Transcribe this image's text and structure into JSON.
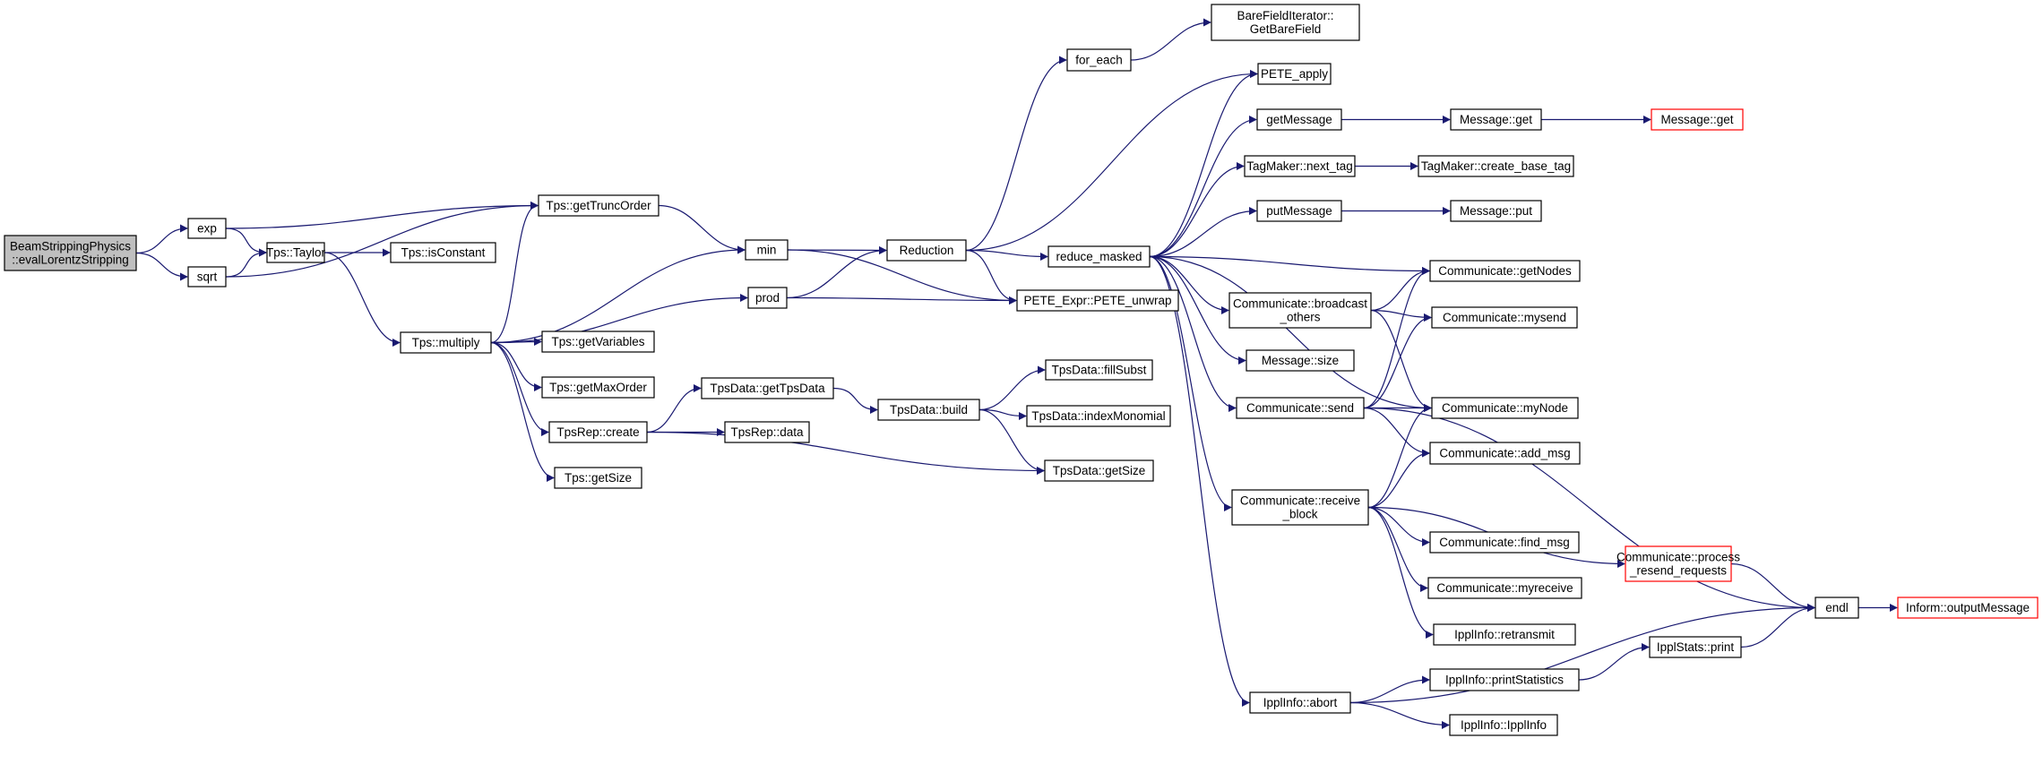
{
  "colors": {
    "edge": "#191970",
    "box": "#000000",
    "root_fill": "#bfbfbf",
    "truncated": "#ff0000"
  },
  "nodes": [
    {
      "id": "root",
      "lines": [
        "BeamStrippingPhysics",
        "::evalLorentzStripping"
      ],
      "style": "root"
    },
    {
      "id": "exp",
      "lines": [
        "exp"
      ]
    },
    {
      "id": "sqrt",
      "lines": [
        "sqrt"
      ]
    },
    {
      "id": "taylor",
      "lines": [
        "Tps::Taylor"
      ]
    },
    {
      "id": "gettrunc",
      "lines": [
        "Tps::getTruncOrder"
      ]
    },
    {
      "id": "isconst",
      "lines": [
        "Tps::isConstant"
      ]
    },
    {
      "id": "multiply",
      "lines": [
        "Tps::multiply"
      ]
    },
    {
      "id": "getvars",
      "lines": [
        "Tps::getVariables"
      ]
    },
    {
      "id": "getmaxord",
      "lines": [
        "Tps::getMaxOrder"
      ]
    },
    {
      "id": "tpsrepcreate",
      "lines": [
        "TpsRep::create"
      ]
    },
    {
      "id": "getsize",
      "lines": [
        "Tps::getSize"
      ]
    },
    {
      "id": "min",
      "lines": [
        "min"
      ]
    },
    {
      "id": "prod",
      "lines": [
        "prod"
      ]
    },
    {
      "id": "gettpsdata",
      "lines": [
        "TpsData::getTpsData"
      ]
    },
    {
      "id": "tpsrepdata",
      "lines": [
        "TpsRep::data"
      ]
    },
    {
      "id": "tpsbuild",
      "lines": [
        "TpsData::build"
      ]
    },
    {
      "id": "fillsubst",
      "lines": [
        "TpsData::fillSubst"
      ]
    },
    {
      "id": "indexmono",
      "lines": [
        "TpsData::indexMonomial"
      ]
    },
    {
      "id": "tdgetsize",
      "lines": [
        "TpsData::getSize"
      ]
    },
    {
      "id": "reduction",
      "lines": [
        "Reduction"
      ]
    },
    {
      "id": "foreach",
      "lines": [
        "for_each"
      ]
    },
    {
      "id": "barefield",
      "lines": [
        "BareFieldIterator::",
        "GetBareField"
      ]
    },
    {
      "id": "peteapply",
      "lines": [
        "PETE_apply"
      ]
    },
    {
      "id": "reducemasked",
      "lines": [
        "reduce_masked"
      ]
    },
    {
      "id": "peteunwrap",
      "lines": [
        "PETE_Expr::PETE_unwrap"
      ]
    },
    {
      "id": "getmessage",
      "lines": [
        "getMessage"
      ]
    },
    {
      "id": "msgget1",
      "lines": [
        "Message::get"
      ]
    },
    {
      "id": "msgget2",
      "lines": [
        "Message::get"
      ],
      "style": "truncated"
    },
    {
      "id": "nexttag",
      "lines": [
        "TagMaker::next_tag"
      ]
    },
    {
      "id": "createbasetag",
      "lines": [
        "TagMaker::create_base_tag"
      ]
    },
    {
      "id": "putmessage",
      "lines": [
        "putMessage"
      ]
    },
    {
      "id": "msgput",
      "lines": [
        "Message::put"
      ]
    },
    {
      "id": "broadcast",
      "lines": [
        "Communicate::broadcast",
        "_others"
      ]
    },
    {
      "id": "getnodes",
      "lines": [
        "Communicate::getNodes"
      ]
    },
    {
      "id": "mysend",
      "lines": [
        "Communicate::mysend"
      ]
    },
    {
      "id": "msgsize",
      "lines": [
        "Message::size"
      ]
    },
    {
      "id": "send",
      "lines": [
        "Communicate::send"
      ]
    },
    {
      "id": "mynode",
      "lines": [
        "Communicate::myNode"
      ]
    },
    {
      "id": "addmsg",
      "lines": [
        "Communicate::add_msg"
      ]
    },
    {
      "id": "receiveblock",
      "lines": [
        "Communicate::receive",
        "_block"
      ]
    },
    {
      "id": "findmsg",
      "lines": [
        "Communicate::find_msg"
      ]
    },
    {
      "id": "myreceive",
      "lines": [
        "Communicate::myreceive"
      ]
    },
    {
      "id": "processresend",
      "lines": [
        "Communicate::process",
        "_resend_requests"
      ],
      "style": "truncated"
    },
    {
      "id": "endl",
      "lines": [
        "endl"
      ]
    },
    {
      "id": "outputmsg",
      "lines": [
        "Inform::outputMessage"
      ],
      "style": "truncated"
    },
    {
      "id": "retransmit",
      "lines": [
        "IpplInfo::retransmit"
      ]
    },
    {
      "id": "printstats",
      "lines": [
        "IpplInfo::printStatistics"
      ]
    },
    {
      "id": "ipplstatsprint",
      "lines": [
        "IpplStats::print"
      ]
    },
    {
      "id": "abort",
      "lines": [
        "IpplInfo::abort"
      ]
    },
    {
      "id": "ipplinfo",
      "lines": [
        "IpplInfo::IpplInfo"
      ]
    }
  ],
  "edges": [
    [
      "root",
      "exp"
    ],
    [
      "root",
      "sqrt"
    ],
    [
      "exp",
      "gettrunc"
    ],
    [
      "exp",
      "taylor"
    ],
    [
      "sqrt",
      "taylor"
    ],
    [
      "sqrt",
      "gettrunc"
    ],
    [
      "taylor",
      "isconst"
    ],
    [
      "taylor",
      "multiply"
    ],
    [
      "gettrunc",
      "min"
    ],
    [
      "multiply",
      "gettrunc"
    ],
    [
      "multiply",
      "min"
    ],
    [
      "multiply",
      "prod"
    ],
    [
      "multiply",
      "getvars"
    ],
    [
      "multiply",
      "getmaxord"
    ],
    [
      "multiply",
      "tpsrepcreate"
    ],
    [
      "multiply",
      "getsize"
    ],
    [
      "min",
      "reduction"
    ],
    [
      "min",
      "peteunwrap"
    ],
    [
      "prod",
      "reduction"
    ],
    [
      "prod",
      "peteunwrap"
    ],
    [
      "tpsrepcreate",
      "gettpsdata"
    ],
    [
      "tpsrepcreate",
      "tpsrepdata"
    ],
    [
      "tpsrepcreate",
      "tdgetsize"
    ],
    [
      "gettpsdata",
      "tpsbuild"
    ],
    [
      "tpsbuild",
      "fillsubst"
    ],
    [
      "tpsbuild",
      "indexmono"
    ],
    [
      "tpsbuild",
      "tdgetsize"
    ],
    [
      "reduction",
      "foreach"
    ],
    [
      "reduction",
      "peteapply"
    ],
    [
      "reduction",
      "reducemasked"
    ],
    [
      "reduction",
      "peteunwrap"
    ],
    [
      "foreach",
      "barefield"
    ],
    [
      "reducemasked",
      "peteapply"
    ],
    [
      "reducemasked",
      "getmessage"
    ],
    [
      "reducemasked",
      "nexttag"
    ],
    [
      "reducemasked",
      "putmessage"
    ],
    [
      "reducemasked",
      "getnodes"
    ],
    [
      "reducemasked",
      "broadcast"
    ],
    [
      "reducemasked",
      "msgsize"
    ],
    [
      "reducemasked",
      "send"
    ],
    [
      "reducemasked",
      "mynode"
    ],
    [
      "reducemasked",
      "receiveblock"
    ],
    [
      "reducemasked",
      "abort"
    ],
    [
      "getmessage",
      "msgget1"
    ],
    [
      "msgget1",
      "msgget2"
    ],
    [
      "nexttag",
      "createbasetag"
    ],
    [
      "putmessage",
      "msgput"
    ],
    [
      "broadcast",
      "getnodes"
    ],
    [
      "broadcast",
      "mysend"
    ],
    [
      "broadcast",
      "mynode"
    ],
    [
      "send",
      "getnodes"
    ],
    [
      "send",
      "mysend"
    ],
    [
      "send",
      "mynode"
    ],
    [
      "send",
      "addmsg"
    ],
    [
      "send",
      "endl"
    ],
    [
      "receiveblock",
      "mynode"
    ],
    [
      "receiveblock",
      "addmsg"
    ],
    [
      "receiveblock",
      "processresend"
    ],
    [
      "receiveblock",
      "findmsg"
    ],
    [
      "receiveblock",
      "myreceive"
    ],
    [
      "receiveblock",
      "retransmit"
    ],
    [
      "processresend",
      "endl"
    ],
    [
      "endl",
      "outputmsg"
    ],
    [
      "abort",
      "printstats"
    ],
    [
      "abort",
      "ipplinfo"
    ],
    [
      "abort",
      "endl"
    ],
    [
      "printstats",
      "ipplstatsprint"
    ],
    [
      "ipplstatsprint",
      "endl"
    ]
  ]
}
